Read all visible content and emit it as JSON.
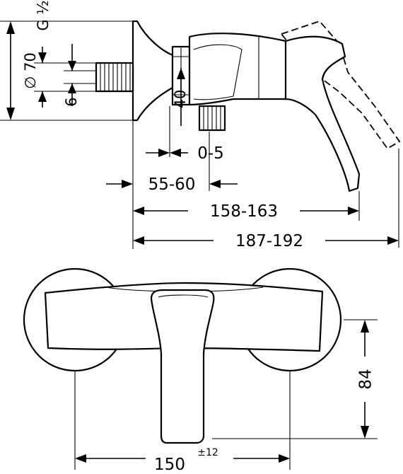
{
  "side_view": {
    "thread_label": "G ½",
    "diameter_label": "∅ 70",
    "stem_dim": "6",
    "nut_dim": "40",
    "offset_dim": "0-5",
    "wall_dim": "55-60",
    "lever_dim": "158-163",
    "total_dim": "187-192"
  },
  "top_view": {
    "height_dim": "84",
    "width_dim": "150",
    "width_tolerance": "±12"
  }
}
